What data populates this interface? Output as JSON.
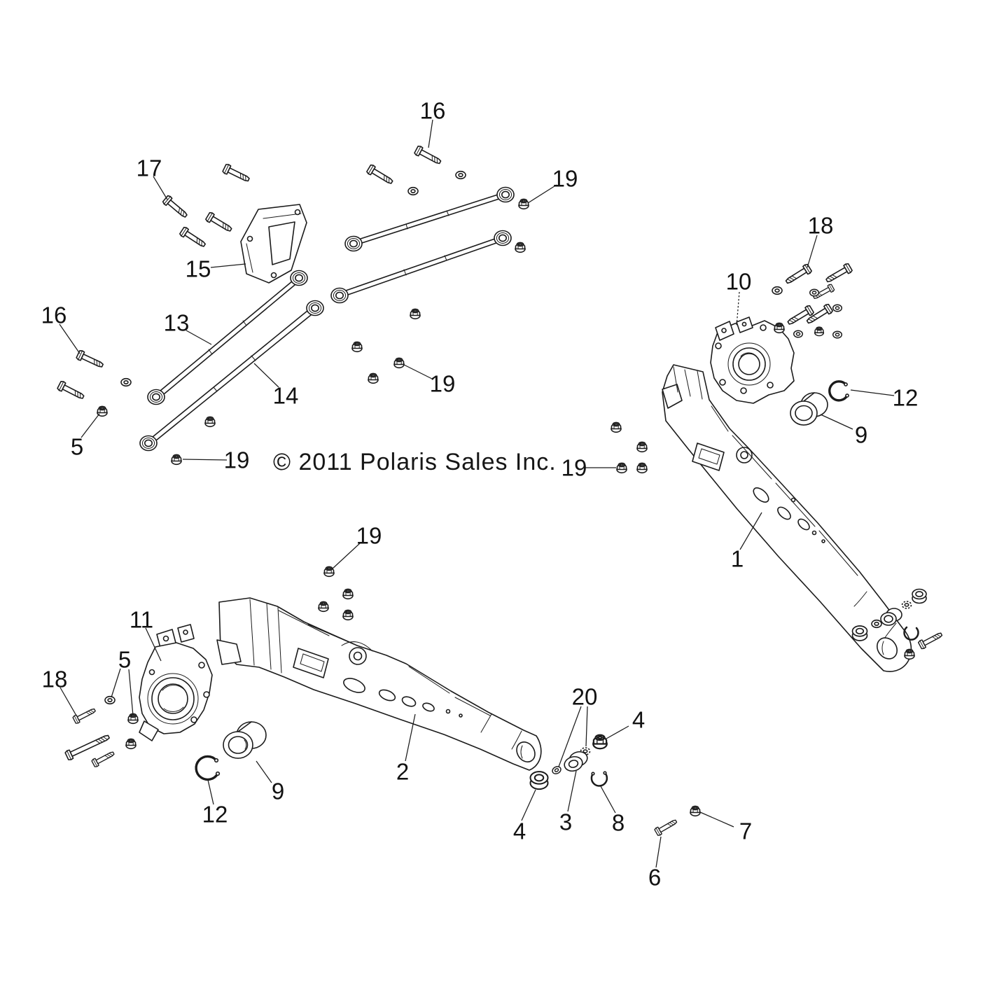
{
  "diagram": {
    "copyright": "© 2011 Polaris Sales Inc.",
    "callouts": [
      "16",
      "17",
      "19",
      "18",
      "15",
      "10",
      "16",
      "13",
      "12",
      "14",
      "19",
      "9",
      "5",
      "19",
      "19",
      "19",
      "1",
      "11",
      "5",
      "18",
      "20",
      "4",
      "2",
      "9",
      "12",
      "3",
      "8",
      "4",
      "7",
      "6"
    ]
  }
}
